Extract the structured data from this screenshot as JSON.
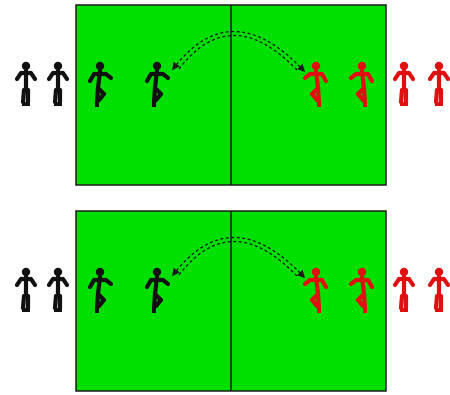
{
  "colors": {
    "field": "#00e000",
    "field_border": "#1a1a1a",
    "center_line": "#1a1a1a",
    "arrow": "#1a1a1a",
    "black_team": "#111111",
    "red_team": "#e01010",
    "background": "#ffffff"
  },
  "diagrams": [
    {
      "name": "drill-diagram-1",
      "players_left": [
        {
          "team": "black",
          "pose": "standing",
          "on_field": false
        },
        {
          "team": "black",
          "pose": "standing",
          "on_field": false
        },
        {
          "team": "black",
          "pose": "running",
          "on_field": true
        },
        {
          "team": "black",
          "pose": "running",
          "on_field": true
        }
      ],
      "players_right": [
        {
          "team": "red",
          "pose": "running",
          "on_field": true
        },
        {
          "team": "red",
          "pose": "running",
          "on_field": true
        },
        {
          "team": "red",
          "pose": "standing",
          "on_field": false
        },
        {
          "team": "red",
          "pose": "standing",
          "on_field": false
        }
      ],
      "pass": {
        "style": "dashed-double-arc",
        "direction": "both"
      }
    },
    {
      "name": "drill-diagram-2",
      "players_left": [
        {
          "team": "black",
          "pose": "standing",
          "on_field": false
        },
        {
          "team": "black",
          "pose": "standing",
          "on_field": false
        },
        {
          "team": "black",
          "pose": "running",
          "on_field": true
        },
        {
          "team": "black",
          "pose": "running",
          "on_field": true
        }
      ],
      "players_right": [
        {
          "team": "red",
          "pose": "running",
          "on_field": true
        },
        {
          "team": "red",
          "pose": "running",
          "on_field": true
        },
        {
          "team": "red",
          "pose": "standing",
          "on_field": false
        },
        {
          "team": "red",
          "pose": "standing",
          "on_field": false
        }
      ],
      "pass": {
        "style": "dashed-double-arc",
        "direction": "both"
      }
    }
  ]
}
